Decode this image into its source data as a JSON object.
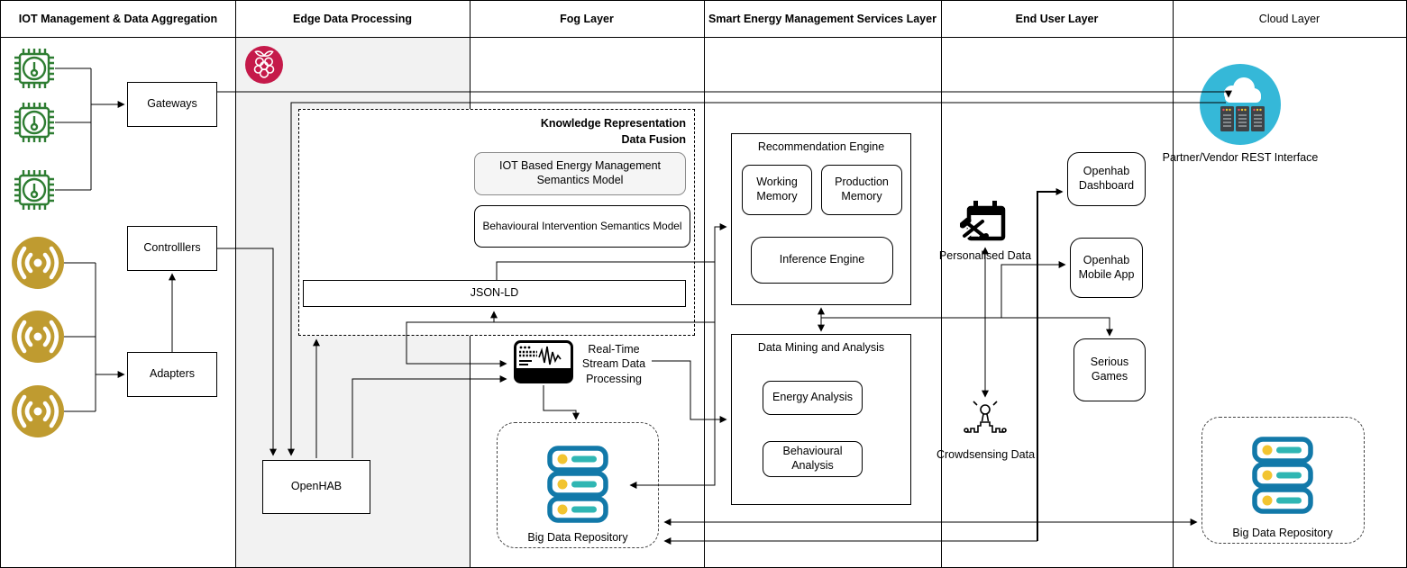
{
  "layers": [
    "IOT Management & Data Aggregation",
    "Edge Data Processing",
    "Fog Layer",
    "Smart Energy Management Services Layer",
    "End User Layer",
    "Cloud Layer"
  ],
  "nodes": {
    "gateways": "Gateways",
    "controllers": "Controlllers",
    "adapters": "Adapters",
    "openhab": "OpenHAB",
    "kr_title_line1": "Knowledge Representation",
    "kr_title_line2": "Data Fusion",
    "iot_semantics_model": "IOT Based Energy Management Semantics Model",
    "behavioural_semantics_model": "Behavioural Intervention Semantics Model",
    "jsonld": "JSON-LD",
    "stream_processing": "Real-Time Stream Data Processing",
    "fog_repository": "Big Data Repository",
    "recommendation_engine": "Recommendation Engine",
    "working_memory": "Working Memory",
    "production_memory": "Production Memory",
    "inference_engine": "Inference Engine",
    "data_mining": "Data Mining and Analysis",
    "energy_analysis": "Energy Analysis",
    "behavioural_analysis": "Behavioural Analysis",
    "personalised_data": "Personalised Data",
    "crowdsensing_data": "Crowdsensing Data",
    "openhab_dashboard": "Openhab Dashboard",
    "openhab_mobile_app": "Openhab Mobile App",
    "serious_games": "Serious Games",
    "rest_interface": "Partner/Vendor REST Interface",
    "cloud_repository": "Big Data Repository"
  },
  "icons": {
    "sensor": "temperature-chip-icon",
    "actuator": "wireless-sensor-icon",
    "edge_device": "raspberry-pi-icon",
    "stream": "stream-processing-icon",
    "repository": "database-server-icon",
    "personalised": "calendar-tools-icon",
    "crowdsensing": "crowd-sensing-icon",
    "cloud": "cloud-server-icon"
  },
  "colors": {
    "sensor_green": "#2e7d32",
    "actuator_gold": "#bf9b30",
    "raspberry_red": "#c51a4a",
    "cloud_teal": "#35b8d8",
    "repo_blue": "#1279a9",
    "repo_yellow": "#f2c430",
    "repo_teal": "#2fb6b3",
    "edge_bg": "#f2f2f2"
  }
}
